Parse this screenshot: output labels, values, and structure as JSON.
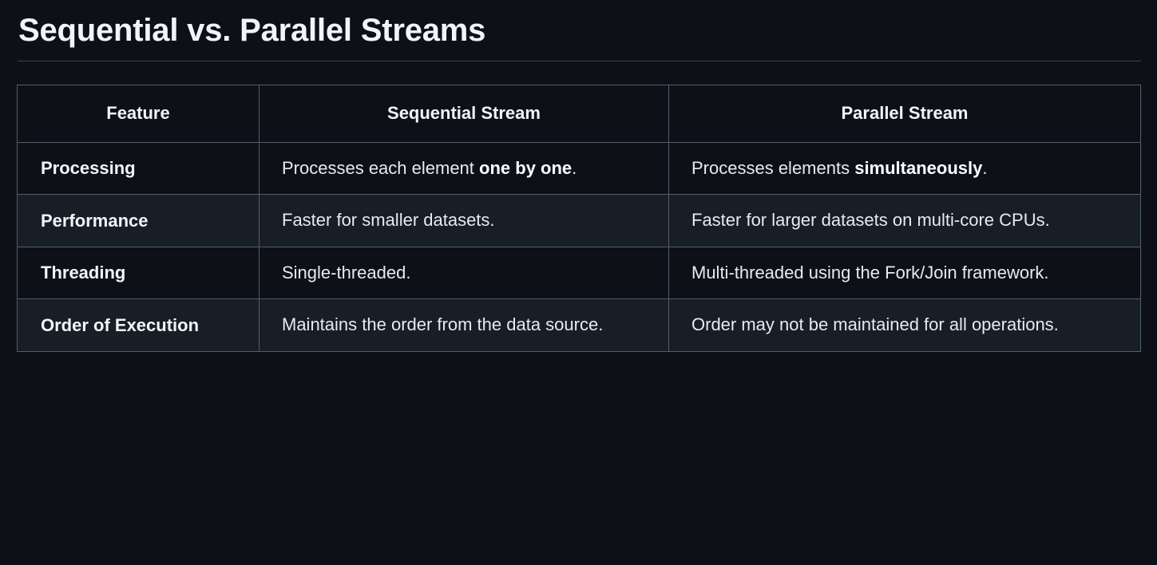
{
  "page": {
    "title": "Sequential vs. Parallel Streams",
    "background_color": "#0d1117",
    "text_color": "#f2f4f8",
    "border_color": "#555d6b",
    "row_alt_color": "#171e26"
  },
  "table": {
    "headers": [
      "Feature",
      "Sequential Stream",
      "Parallel Stream"
    ],
    "rows": [
      {
        "feature": "Processing",
        "sequential_plain": "Processes each element one by one.",
        "sequential_parts": [
          {
            "text": "Processes each element ",
            "bold": false
          },
          {
            "text": "one by one",
            "bold": true
          },
          {
            "text": ".",
            "bold": false
          }
        ],
        "parallel_plain": "Processes elements simultaneously.",
        "parallel_parts": [
          {
            "text": "Processes elements ",
            "bold": false
          },
          {
            "text": "simultaneously",
            "bold": true
          },
          {
            "text": ".",
            "bold": false
          }
        ]
      },
      {
        "feature": "Performance",
        "sequential_plain": "Faster for smaller datasets.",
        "sequential_parts": [
          {
            "text": "Faster for smaller datasets.",
            "bold": false
          }
        ],
        "parallel_plain": "Faster for larger datasets on multi-core CPUs.",
        "parallel_parts": [
          {
            "text": "Faster for larger datasets on multi-core CPUs.",
            "bold": false
          }
        ]
      },
      {
        "feature": "Threading",
        "sequential_plain": "Single-threaded.",
        "sequential_parts": [
          {
            "text": "Single-threaded.",
            "bold": false
          }
        ],
        "parallel_plain": "Multi-threaded using the Fork/Join framework.",
        "parallel_parts": [
          {
            "text": "Multi-threaded using the Fork/Join framework.",
            "bold": false
          }
        ]
      },
      {
        "feature": "Order of Execution",
        "sequential_plain": "Maintains the order from the data source.",
        "sequential_parts": [
          {
            "text": "Maintains the order from the data source.",
            "bold": false
          }
        ],
        "parallel_plain": "Order may not be maintained for all operations.",
        "parallel_parts": [
          {
            "text": "Order may not be maintained for all operations.",
            "bold": false
          }
        ]
      }
    ]
  }
}
